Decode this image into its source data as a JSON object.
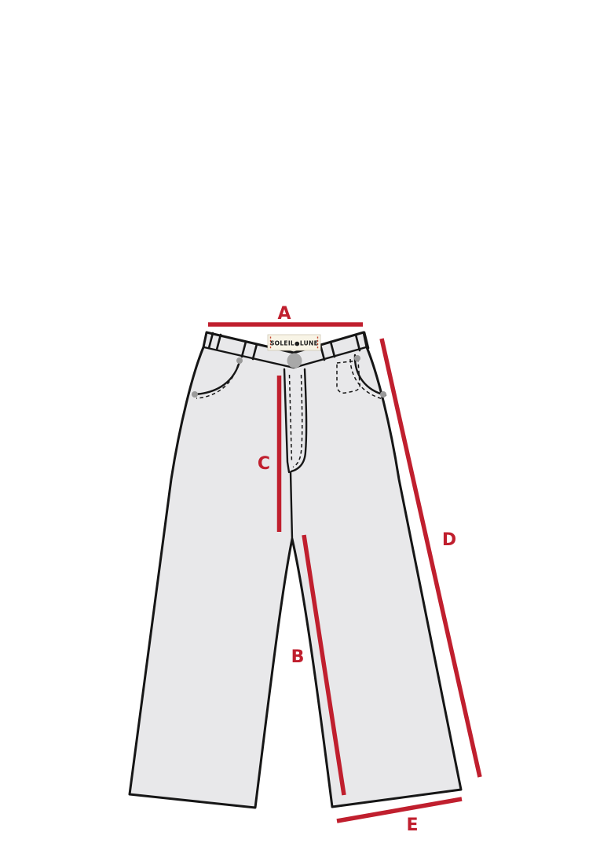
{
  "diagram": {
    "garment": "wide-leg-pants-front-view",
    "brand_label": {
      "text": "SOLEIL●LUNE"
    },
    "measurements": [
      {
        "id": "A",
        "label": "A"
      },
      {
        "id": "B",
        "label": "B"
      },
      {
        "id": "C",
        "label": "C"
      },
      {
        "id": "D",
        "label": "D"
      },
      {
        "id": "E",
        "label": "E"
      }
    ],
    "colors": {
      "background": "#ffffff",
      "fabric": "#e8e8ea",
      "outline": "#161616",
      "accent_red": "#c01f2e",
      "button_gray": "#a8a8a8",
      "rivet_gray": "#9a9a9a",
      "label_background": "#f8f4e6",
      "label_stitch_red": "#c2452f"
    }
  }
}
